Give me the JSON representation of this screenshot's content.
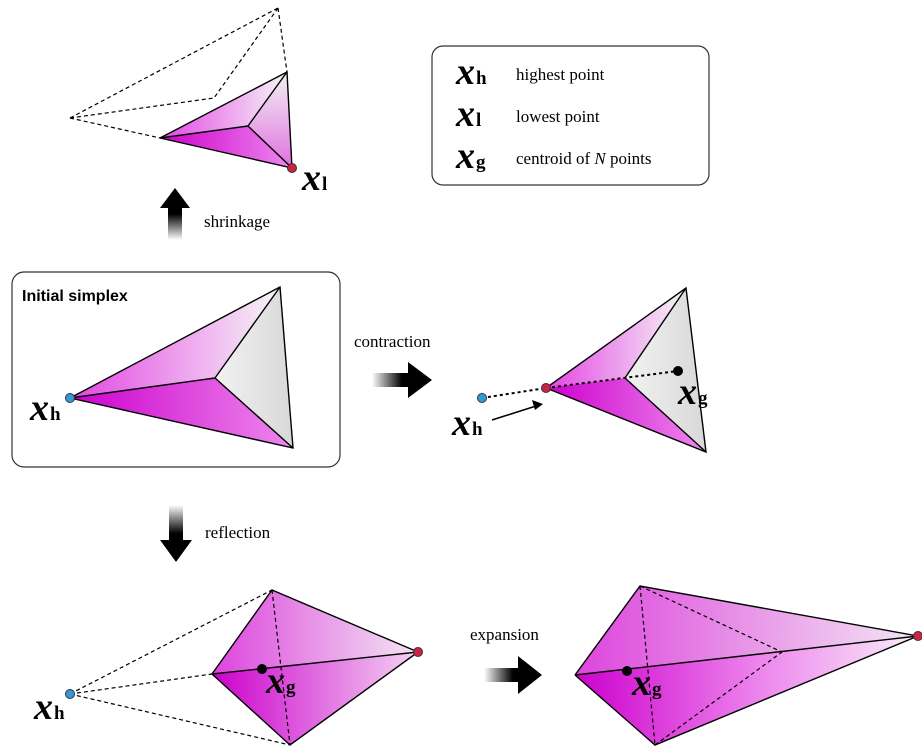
{
  "legend": {
    "items": [
      {
        "symbol": "x",
        "sub": "h",
        "text": "highest point"
      },
      {
        "symbol": "x",
        "sub": "l",
        "text": "lowest point"
      },
      {
        "symbol": "x",
        "sub": "g",
        "text_pre": "centroid of ",
        "text_var": "N",
        "text_post": " points"
      }
    ]
  },
  "initial": {
    "title": "Initial simplex",
    "x": "x",
    "sub": "h"
  },
  "operations": {
    "shrinkage": "shrinkage",
    "contraction": "contraction",
    "reflection": "reflection",
    "expansion": "expansion"
  },
  "point_labels": {
    "shrink_xl": {
      "x": "x",
      "sub": "l"
    },
    "contract_xh": {
      "x": "x",
      "sub": "h"
    },
    "contract_xg": {
      "x": "x",
      "sub": "g"
    },
    "reflect_xh": {
      "x": "x",
      "sub": "h"
    },
    "reflect_xg": {
      "x": "x",
      "sub": "g"
    },
    "expand_xg": {
      "x": "x",
      "sub": "g"
    }
  },
  "colors": {
    "magenta": "#e020e0",
    "point_blue": "#3399dd",
    "point_red": "#cc2244",
    "outline": "#000000"
  }
}
